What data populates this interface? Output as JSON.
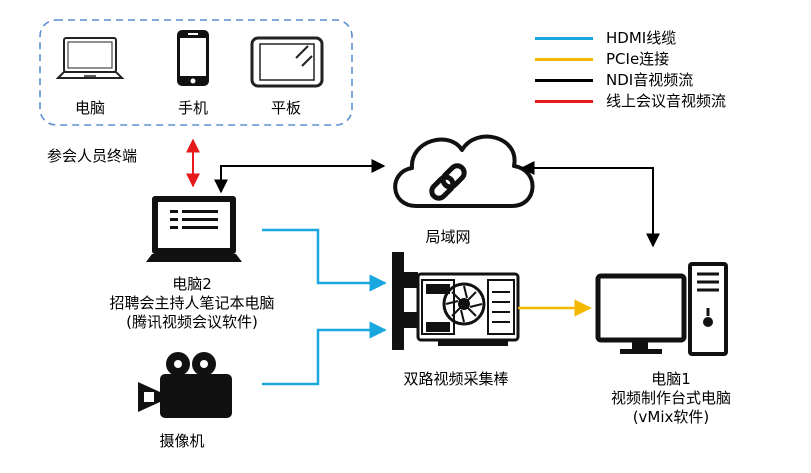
{
  "group": {
    "label": "参会人员终端",
    "devices": [
      {
        "label": "电脑",
        "icon": "laptop-icon"
      },
      {
        "label": "手机",
        "icon": "phone-icon"
      },
      {
        "label": "平板",
        "icon": "tablet-icon"
      }
    ]
  },
  "lan": {
    "label": "局域网",
    "icon": "cloud-link-icon"
  },
  "host_pc": {
    "lines": [
      "电脑2",
      "招聘会主持人笔记本电脑",
      "(腾讯视频会议软件)"
    ],
    "icon": "laptop-icon"
  },
  "camera": {
    "label": "摄像机",
    "icon": "video-camera-icon"
  },
  "capture_card": {
    "label": "双路视频采集棒",
    "icon": "capture-card-icon"
  },
  "workstation": {
    "lines": [
      "电脑1",
      "视频制作台式电脑",
      "(vMix软件)"
    ],
    "icon": "desktop-computer-icon"
  },
  "legend": [
    {
      "label": "HDMI线缆",
      "color": "#1aa7e0"
    },
    {
      "label": "PCIe连接",
      "color": "#f5b800"
    },
    {
      "label": "NDI音视频流",
      "color": "#000000"
    },
    {
      "label": "线上会议音视频流",
      "color": "#e8191c"
    }
  ],
  "colors": {
    "group_border": "#5b8fd0",
    "hdmi": "#1aa7e0",
    "pcie": "#f5b800",
    "ndi": "#000000",
    "meeting": "#e8191c"
  }
}
